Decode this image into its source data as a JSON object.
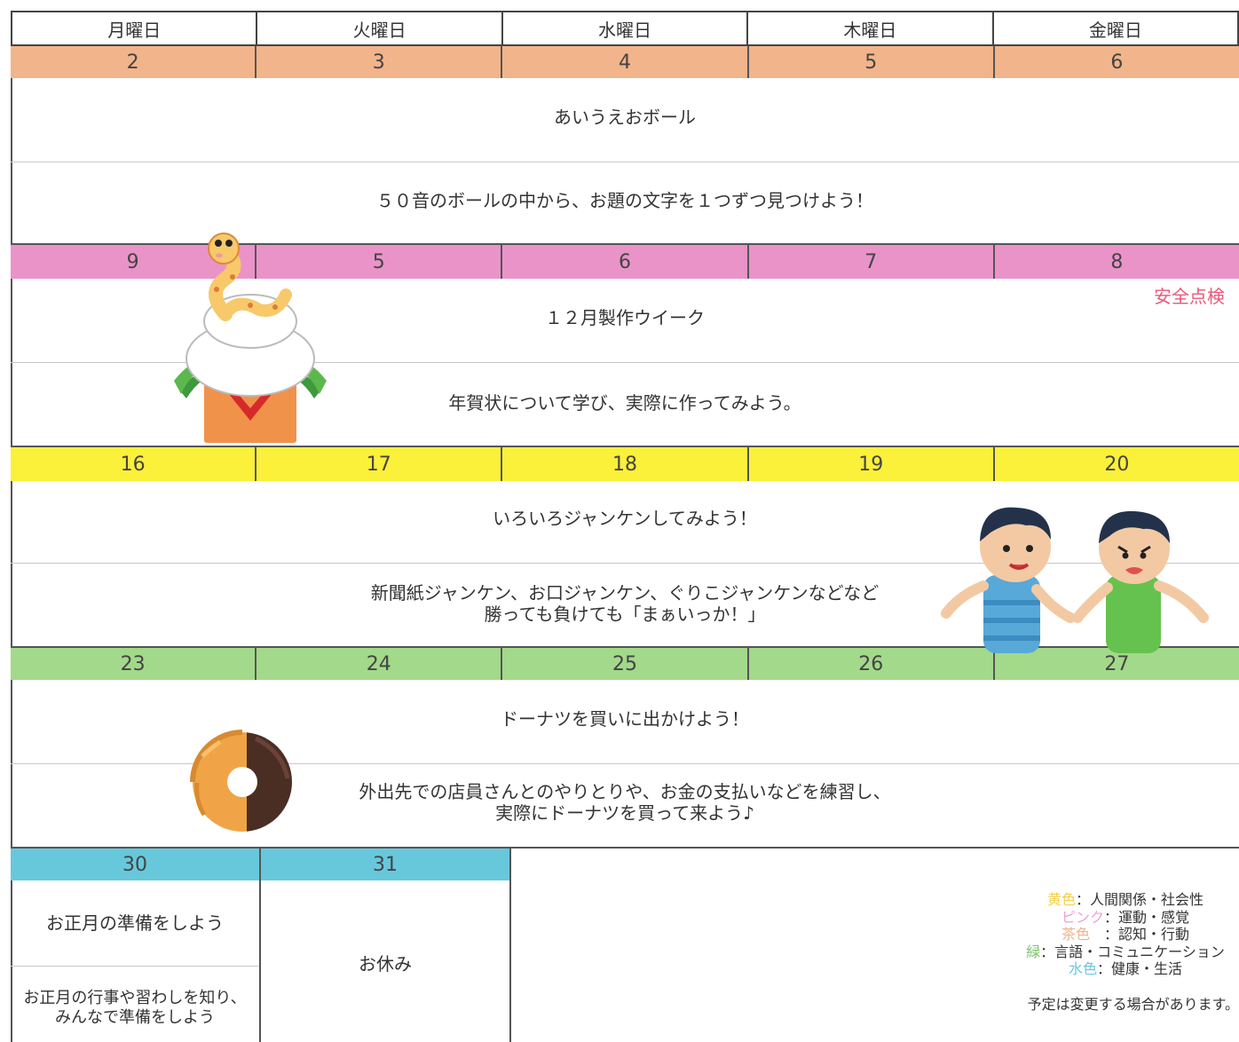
{
  "weekdays": [
    "月曜日",
    "火曜日",
    "水曜日",
    "木曜日",
    "金曜日"
  ],
  "weeks": [
    {
      "dates": [
        "2",
        "3",
        "4",
        "5",
        "6"
      ],
      "color": "#f2b48a",
      "title": "あいうえおボール",
      "desc": [
        "５０音のボールの中から、お題の文字を１つずつ見つけよう！"
      ]
    },
    {
      "dates": [
        "9",
        "5",
        "6",
        "7",
        "8"
      ],
      "color": "#ea93c9",
      "title": "１２月製作ウイーク",
      "desc": [
        "年賀状について学び、実際に作ってみよう。"
      ],
      "note": "安全点検"
    },
    {
      "dates": [
        "16",
        "17",
        "18",
        "19",
        "20"
      ],
      "color": "#fbf03a",
      "title": "いろいろジャンケンしてみよう！",
      "desc": [
        "新聞紙ジャンケン、お口ジャンケン、ぐりこジャンケンなどなど",
        "勝っても負けても「まぁいっか！」"
      ]
    },
    {
      "dates": [
        "23",
        "24",
        "25",
        "26",
        "27"
      ],
      "color": "#a3d98a",
      "title": "ドーナツを買いに出かけよう！",
      "desc": [
        "外出先での店員さんとのやりとりや、お金の支払いなどを練習し、",
        "実際にドーナツを買って来よう♪"
      ]
    }
  ],
  "last_week": {
    "dates": [
      "30",
      "31"
    ],
    "color": "#67c8dc",
    "mon_title": "お正月の準備をしよう",
    "mon_desc": [
      "お正月の行事や習わしを知り、",
      "みんなで準備をしよう"
    ],
    "tue_text": "お休み"
  },
  "legend": [
    {
      "key": "黄色",
      "sep": "：",
      "value": "人間関係・社会性",
      "color": "#f3cf4a"
    },
    {
      "key": "ピンク",
      "sep": "：",
      "value": "運動・感覚",
      "color": "#ef9fd4"
    },
    {
      "key": "茶色",
      "sep": "　：",
      "value": "認知・行動",
      "color": "#f0b38a"
    },
    {
      "key": "緑",
      "sep": "：",
      "value": "言語・コミュニケーション",
      "color": "#7cc36a"
    },
    {
      "key": "水色",
      "sep": "：",
      "value": "健康・生活",
      "color": "#6cc5e0"
    }
  ],
  "footnote": "予定は変更する場合があります。",
  "icons": [
    "snake-kagami-mochi-icon",
    "kids-janken-icon",
    "donut-icon"
  ]
}
